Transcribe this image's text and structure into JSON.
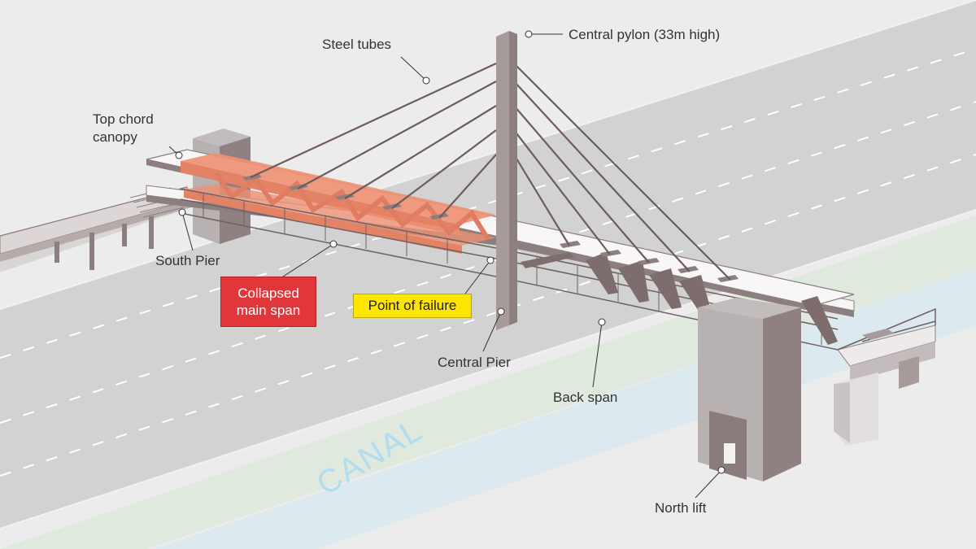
{
  "labels": {
    "steel_tubes": "Steel tubes",
    "central_pylon": "Central pylon (33m high)",
    "top_chord_line1": "Top chord",
    "top_chord_line2": "canopy",
    "south_pier": "South Pier",
    "collapsed_line1": "Collapsed",
    "collapsed_line2": "main span",
    "point_of_failure": "Point of failure",
    "central_pier": "Central Pier",
    "back_span": "Back span",
    "north_lift": "North lift",
    "canal": "CANAL"
  },
  "colors": {
    "background": "#ececec",
    "road": "#d2d2d2",
    "canal_water": "#dceaf0",
    "canal_bank": "#dfe9de",
    "collapsed_span": "#ee9173",
    "collapsed_box": "#e2373a",
    "failure_box": "#ffe600",
    "structure_dark": "#7e6d6d",
    "structure_light": "#b3abab"
  }
}
